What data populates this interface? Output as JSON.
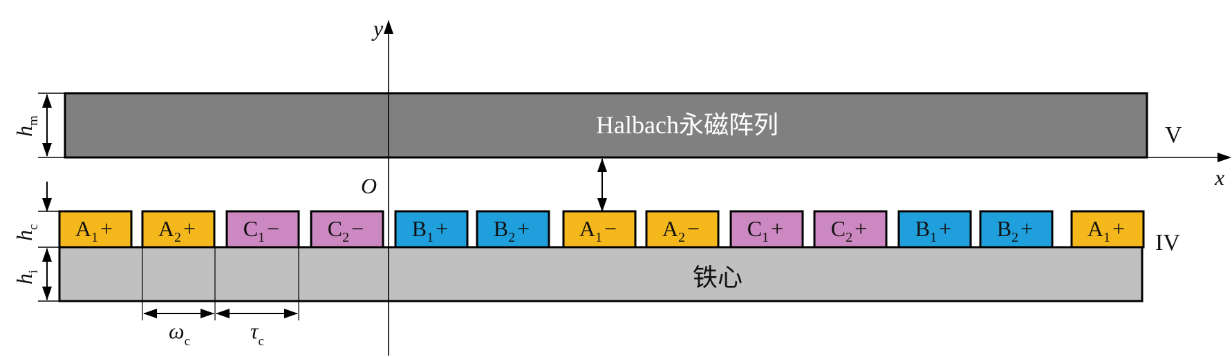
{
  "colors": {
    "magnet": "#808080",
    "core": "#c0c0c0",
    "phase_a": "#f5b81c",
    "phase_c": "#cc88c0",
    "phase_b": "#1fa0dc",
    "outline": "#000000",
    "text_dark": "#111111",
    "text_light": "#ffffff"
  },
  "axes": {
    "y_label": "y",
    "x_label": "x",
    "origin_label": "O"
  },
  "magnet": {
    "label": "Halbach永磁阵列",
    "region_label": "V",
    "height_label": {
      "main": "h",
      "sub": "m"
    }
  },
  "coil_layer": {
    "region_label": "IV",
    "height_label": {
      "main": "h",
      "sub": "c"
    },
    "coils": [
      {
        "phase": "A",
        "index": "1",
        "sign": "+",
        "color_key": "phase_a"
      },
      {
        "phase": "A",
        "index": "2",
        "sign": "+",
        "color_key": "phase_a"
      },
      {
        "phase": "C",
        "index": "1",
        "sign": "−",
        "color_key": "phase_c"
      },
      {
        "phase": "C",
        "index": "2",
        "sign": "−",
        "color_key": "phase_c"
      },
      {
        "phase": "B",
        "index": "1",
        "sign": "+",
        "color_key": "phase_b"
      },
      {
        "phase": "B",
        "index": "2",
        "sign": "+",
        "color_key": "phase_b"
      },
      {
        "phase": "A",
        "index": "1",
        "sign": "−",
        "color_key": "phase_a"
      },
      {
        "phase": "A",
        "index": "2",
        "sign": "−",
        "color_key": "phase_a"
      },
      {
        "phase": "C",
        "index": "1",
        "sign": "+",
        "color_key": "phase_c"
      },
      {
        "phase": "C",
        "index": "2",
        "sign": "+",
        "color_key": "phase_c"
      },
      {
        "phase": "B",
        "index": "1",
        "sign": "+",
        "color_key": "phase_b"
      },
      {
        "phase": "B",
        "index": "2",
        "sign": "+",
        "color_key": "phase_b"
      },
      {
        "phase": "A",
        "index": "1",
        "sign": "+",
        "color_key": "phase_a"
      }
    ]
  },
  "core": {
    "label": "铁心",
    "height_label": {
      "main": "h",
      "sub": "i"
    }
  },
  "dimensions": {
    "coil_width": {
      "main": "ω",
      "sub": "c"
    },
    "pitch": {
      "main": "τ",
      "sub": "c"
    }
  }
}
